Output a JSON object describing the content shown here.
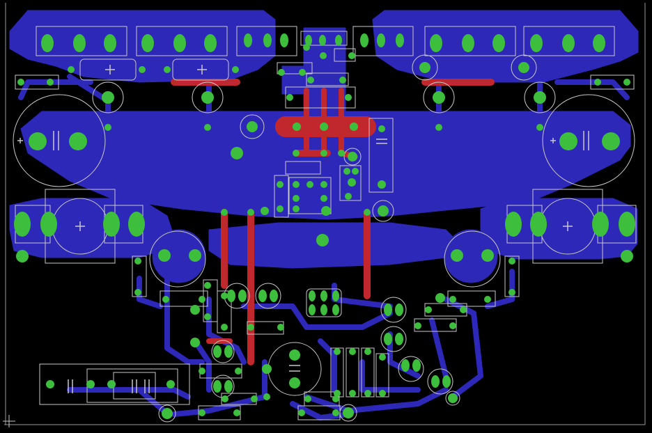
{
  "view": {
    "title": "",
    "colors": {
      "background": "#000000",
      "copper_bottom": "#2e28b8",
      "copper_top": "#c0282e",
      "pad": "#3dbf3d",
      "silk": "#c8c8c8",
      "outline": "#9a9a9a",
      "origin": "#c8c8c8"
    },
    "layers": [
      "bottom-copper",
      "top-copper",
      "silkscreen",
      "pads"
    ],
    "origin_marker": "cross"
  }
}
